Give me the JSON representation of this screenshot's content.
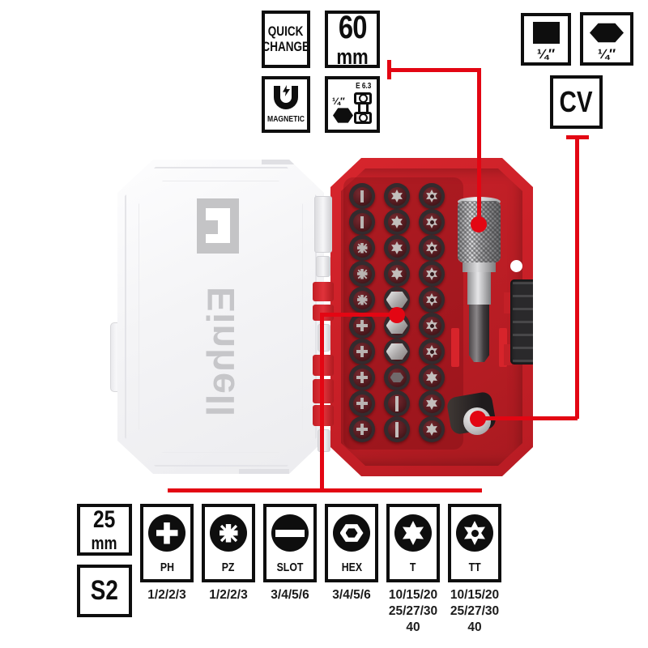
{
  "colors": {
    "brand_red": "#cb2028",
    "tray_red": "#b51c23",
    "annotation_red": "#e30613",
    "ink": "#0e0e0e",
    "logo_gray": "#c6c6c9"
  },
  "callouts": {
    "quick_change": {
      "line1": "QUICK",
      "line2": "CHANGE"
    },
    "bit_length": {
      "value": "60",
      "unit": "mm"
    },
    "magnetic": {
      "label": "MAGNETIC",
      "icon": "magnet-icon"
    },
    "adapter": {
      "standard": "E 6.3",
      "drive": "¼″",
      "icon": "bit-coupler-icon"
    },
    "drive_square": {
      "size": "¼″",
      "icon": "square-drive-icon"
    },
    "drive_hex": {
      "size": "¼″",
      "icon": "hex-drive-icon"
    },
    "material_cv": {
      "label": "CV"
    }
  },
  "specs": {
    "bit_length_short": {
      "value": "25",
      "unit": "mm"
    },
    "steel": {
      "label": "S2"
    },
    "bit_types": [
      {
        "code": "PH",
        "sizes": "1/2/2/3",
        "icon": "phillips-icon"
      },
      {
        "code": "PZ",
        "sizes": "1/2/2/3",
        "icon": "pozidriv-icon"
      },
      {
        "code": "SLOT",
        "sizes": "3/4/5/6",
        "icon": "slot-icon"
      },
      {
        "code": "HEX",
        "sizes": "3/4/5/6",
        "icon": "hex-socket-icon"
      },
      {
        "code": "T",
        "sizes": "10/15/20\n25/27/30\n40",
        "icon": "torx-icon"
      },
      {
        "code": "TT",
        "sizes": "10/15/20\n25/27/30\n40",
        "icon": "torx-tamper-icon"
      }
    ]
  },
  "product": {
    "brand": "Einhell",
    "case": {
      "bit_grid": [
        [
          "slot",
          "torx",
          "tt"
        ],
        [
          "slot",
          "torx",
          "tt"
        ],
        [
          "pz",
          "torx",
          "tt"
        ],
        [
          "pz",
          "torx",
          "tt"
        ],
        [
          "pz",
          "hex_silver",
          "tt"
        ],
        [
          "ph",
          "hex_silver",
          "tt"
        ],
        [
          "ph",
          "hex_silver",
          "tt"
        ],
        [
          "ph",
          "hex_dark",
          "torx"
        ],
        [
          "ph",
          "slot_tall",
          "torx"
        ],
        [
          "ph",
          "slot_tall",
          "torx"
        ]
      ],
      "accessories": [
        "magnetic-bit-holder",
        "socket-adapter",
        "belt-clip"
      ]
    }
  }
}
